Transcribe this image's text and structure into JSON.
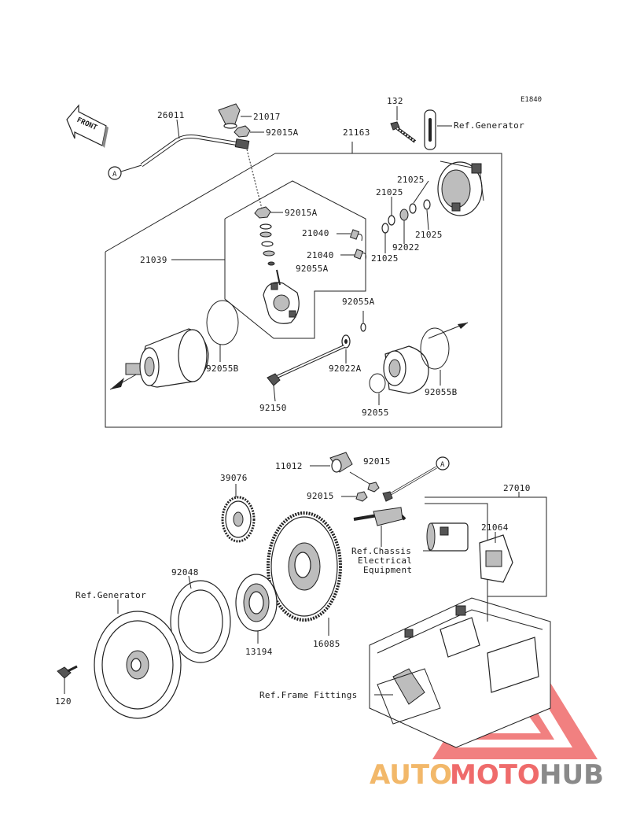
{
  "diagram_code": "E1840",
  "front_label": "FRONT",
  "connector_A": "A",
  "parts": {
    "p26011": "26011",
    "p21017": "21017",
    "p92015A_top": "92015A",
    "p21163": "21163",
    "p132": "132",
    "ref_generator_top": "Ref.Generator",
    "p21025_a": "21025",
    "p21025_b": "21025",
    "p21025_c": "21025",
    "p21025_d": "21025",
    "p92022": "92022",
    "p92015A_mid": "92015A",
    "p21040_a": "21040",
    "p21040_b": "21040",
    "p92055A_a": "92055A",
    "p92055A_b": "92055A",
    "p21039": "21039",
    "p92055B_a": "92055B",
    "p92022A": "92022A",
    "p92150": "92150",
    "p92055": "92055",
    "p92055B_b": "92055B",
    "p11012": "11012",
    "p92015_a": "92015",
    "p92015_b": "92015",
    "p27010": "27010",
    "p39076": "39076",
    "p21064": "21064",
    "ref_chassis_1": "Ref.Chassis",
    "ref_chassis_2": "Electrical",
    "ref_chassis_3": "Equipment",
    "p92048": "92048",
    "ref_generator_bottom": "Ref.Generator",
    "p13194": "13194",
    "p16085": "16085",
    "ref_frame": "Ref.Frame Fittings",
    "p120": "120"
  },
  "watermark": {
    "auto": "AUTO",
    "moto": "MOTO",
    "hub": "HUB",
    "color_auto": "#f2b86a",
    "color_moto": "#ef6b6b",
    "color_hub": "#8a8a8a"
  }
}
